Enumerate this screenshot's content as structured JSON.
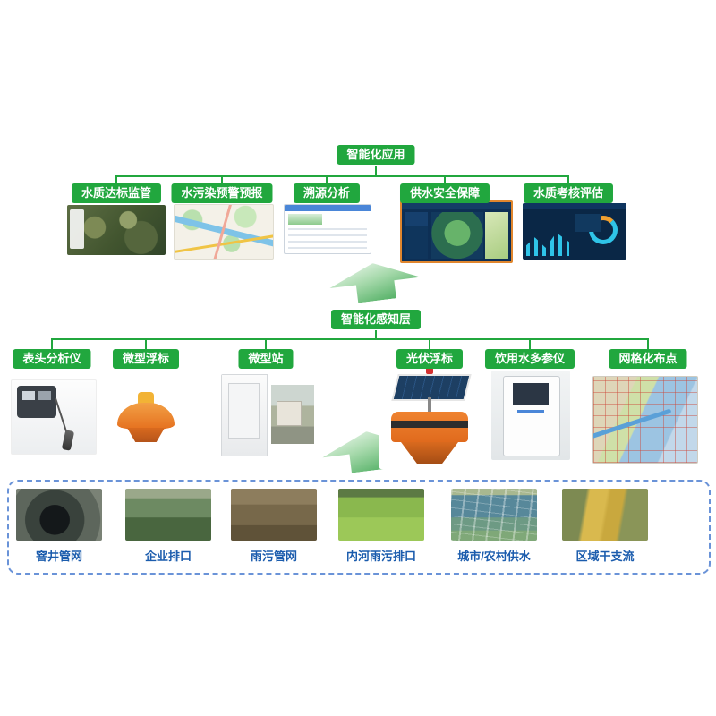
{
  "colors": {
    "layer_green": "#21a73e",
    "source_label_blue": "#1b5cad",
    "dashed_border_blue": "#6a93d8",
    "highlight_orange_border": "#e0862e"
  },
  "app_layer": {
    "header": "智能化应用",
    "items": [
      {
        "label": "水质达标监管",
        "image": "satellite-map"
      },
      {
        "label": "水污染预警预报",
        "image": "city-gis-map"
      },
      {
        "label": "溯源分析",
        "image": "analysis-table"
      },
      {
        "label": "供水安全保障",
        "image": "monitoring-dashboard-map"
      },
      {
        "label": "水质考核评估",
        "image": "assessment-dashboard"
      }
    ]
  },
  "perception_layer": {
    "header": "智能化感知层",
    "items": [
      {
        "label": "表头分析仪",
        "image": "probe-analyzer"
      },
      {
        "label": "微型浮标",
        "image": "micro-buoy"
      },
      {
        "label": "微型站",
        "image": "micro-station"
      },
      {
        "label": "光伏浮标",
        "image": "solar-buoy"
      },
      {
        "label": "饮用水多参仪",
        "image": "drinking-water-analyzer"
      },
      {
        "label": "网格化布点",
        "image": "grid-layout-map"
      }
    ]
  },
  "source_layer": {
    "items": [
      {
        "label": "窨井管网",
        "image": "manhole-photo"
      },
      {
        "label": "企业排口",
        "image": "enterprise-outlet-photo"
      },
      {
        "label": "雨污管网",
        "image": "drain-pipe-photo"
      },
      {
        "label": "内河雨污排口",
        "image": "river-outlet-photo"
      },
      {
        "label": "城市/农村供水",
        "image": "water-supply-photo"
      },
      {
        "label": "区域干支流",
        "image": "river-basin-photo"
      }
    ]
  },
  "icons": {
    "up_arrow": "up-arrow"
  }
}
